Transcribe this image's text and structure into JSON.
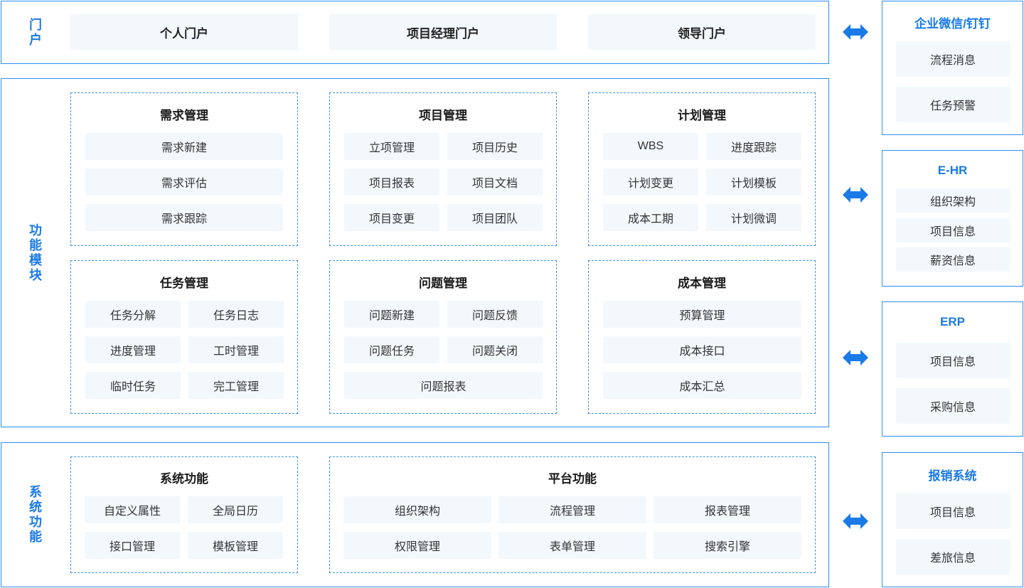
{
  "colors": {
    "accent": "#1a7ae8",
    "border": "#2f8ef2",
    "chip_bg": "#f3f8fd"
  },
  "portal": {
    "title": "门户",
    "items": [
      "个人门户",
      "项目经理门户",
      "领导门户"
    ]
  },
  "modules": {
    "title": "功能模块",
    "groups": [
      {
        "title": "需求管理",
        "items": [
          "需求新建",
          "需求评估",
          "需求跟踪"
        ]
      },
      {
        "title": "项目管理",
        "items": [
          "立项管理",
          "项目历史",
          "项目报表",
          "项目文档",
          "项目变更",
          "项目团队"
        ]
      },
      {
        "title": "计划管理",
        "items": [
          "WBS",
          "进度跟踪",
          "计划变更",
          "计划模板",
          "成本工期",
          "计划微调"
        ]
      },
      {
        "title": "任务管理",
        "items": [
          "任务分解",
          "任务日志",
          "进度管理",
          "工时管理",
          "临时任务",
          "完工管理"
        ]
      },
      {
        "title": "问题管理",
        "items": [
          "问题新建",
          "问题反馈",
          "问题任务",
          "问题关闭",
          "问题报表"
        ]
      },
      {
        "title": "成本管理",
        "items": [
          "预算管理",
          "成本接口",
          "成本汇总"
        ]
      }
    ]
  },
  "system": {
    "title": "系统功能",
    "groups": [
      {
        "title": "系统功能",
        "items": [
          "自定义属性",
          "全局日历",
          "接口管理",
          "模板管理"
        ]
      },
      {
        "title": "平台功能",
        "items": [
          "组织架构",
          "流程管理",
          "报表管理",
          "权限管理",
          "表单管理",
          "搜索引擎"
        ]
      }
    ]
  },
  "external": [
    {
      "title": "企业微信/钉钉",
      "items": [
        "流程消息",
        "任务预警"
      ]
    },
    {
      "title": "E-HR",
      "items": [
        "组织架构",
        "项目信息",
        "薪资信息"
      ]
    },
    {
      "title": "ERP",
      "items": [
        "项目信息",
        "采购信息"
      ]
    },
    {
      "title": "报销系统",
      "items": [
        "项目信息",
        "差旅信息"
      ]
    }
  ],
  "icons": {
    "connector": "double-arrow-icon"
  }
}
